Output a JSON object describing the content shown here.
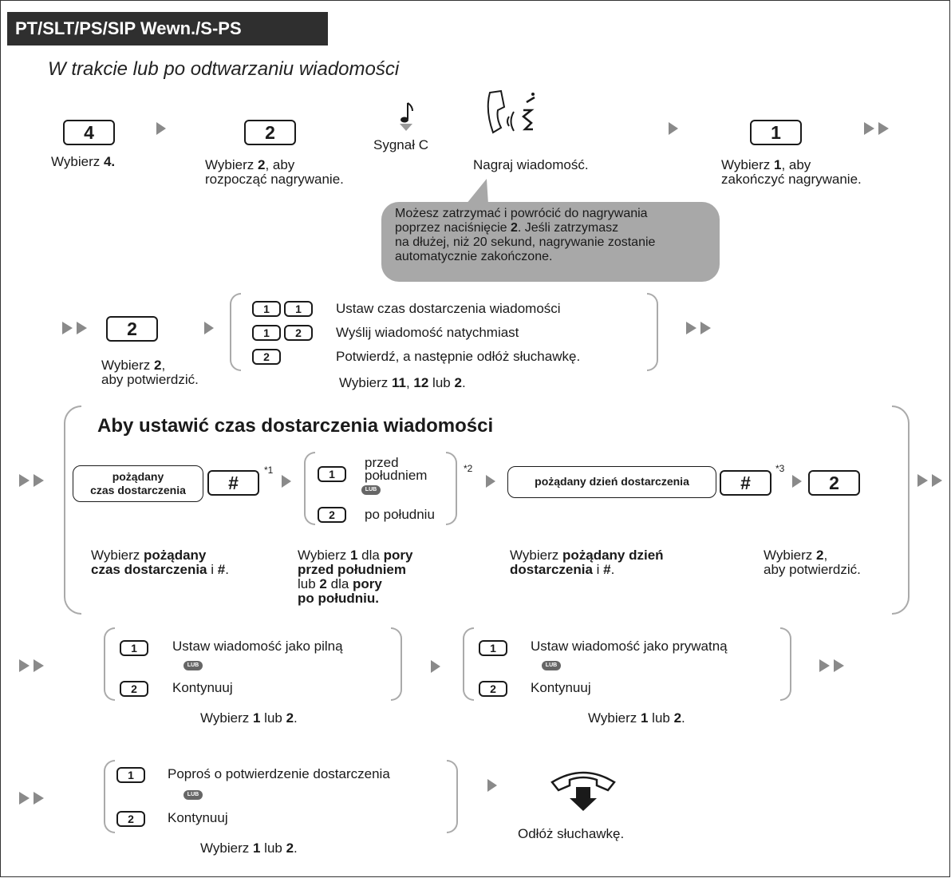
{
  "header": "PT/SLT/PS/SIP Wewn./S-PS",
  "subtitle": "W trakcie lub po odtwarzaniu wiadomości",
  "row1": {
    "key1": "4",
    "cap1": "Wybierz ",
    "cap1b": "4.",
    "key2": "2",
    "cap2a": "Wybierz ",
    "cap2b": "2",
    "cap2c": ", aby",
    "cap2d": "rozpocząć nagrywanie.",
    "tone": "Sygnał C",
    "record": "Nagraj wiadomość.",
    "key3": "1",
    "cap3a": "Wybierz ",
    "cap3b": "1",
    "cap3c": ", aby",
    "cap3d": "zakończyć nagrywanie."
  },
  "bubble": {
    "l1": "Możesz zatrzymać i powrócić do nagrywania",
    "l2a": "poprzez naciśnięcie ",
    "l2b": "2",
    "l2c": ". Jeśli zatrzymasz",
    "l3": "na dłużej, niż 20 sekund, nagrywanie zostanie",
    "l4": "automatycznie zakończone."
  },
  "row2": {
    "key": "2",
    "capA": "Wybierz ",
    "capB": "2",
    "capC": ",",
    "capD": "aby potwierdzić.",
    "opt1k1": "1",
    "opt1k2": "1",
    "opt1": "Ustaw czas dostarczenia wiadomości",
    "opt2k1": "1",
    "opt2k2": "2",
    "opt2": "Wyślij wiadomość natychmiast",
    "opt3k": "2",
    "opt3": "Potwierdź, a następnie odłóż słuchawkę.",
    "selA": "Wybierz ",
    "selB": "11",
    "selC": ", ",
    "selD": "12",
    "selE": " lub ",
    "selF": "2",
    "selG": "."
  },
  "section": {
    "title": "Aby ustawić czas dostarczenia wiadomości",
    "box1a": "pożądany",
    "box1b": "czas dostarczenia",
    "hash": "#",
    "n1": "*1",
    "n2": "*2",
    "n3": "*3",
    "am_key": "1",
    "am1": "przed",
    "am2": "południem",
    "lub": "LUB",
    "pm_key": "2",
    "pm": "po południu",
    "box2": "pożądany dzień dostarczenia",
    "key_end": "2",
    "c1a": "Wybierz ",
    "c1b": "pożądany",
    "c1c": "czas dostarczenia",
    "c1d": " i ",
    "c1e": "#",
    "c1f": ".",
    "c2a": "Wybierz ",
    "c2b": "1",
    "c2c": " dla ",
    "c2d": "pory",
    "c2e": "przed południem",
    "c2f": "lub ",
    "c2g": "2",
    "c2h": " dla ",
    "c2i": "pory",
    "c2j": "po południu.",
    "c3a": "Wybierz ",
    "c3b": "pożądany dzień",
    "c3c": "dostarczenia",
    "c3d": " i ",
    "c3e": "#",
    "c3f": ".",
    "c4a": "Wybierz ",
    "c4b": "2",
    "c4c": ",",
    "c4d": "aby potwierdzić."
  },
  "row4": {
    "a_k1": "1",
    "a_o1": "Ustaw wiadomość jako pilną",
    "a_k2": "2",
    "a_o2": "Kontynuuj",
    "b_k1": "1",
    "b_o1": "Ustaw wiadomość jako prywatną",
    "b_k2": "2",
    "b_o2": "Kontynuuj",
    "selA": "Wybierz ",
    "selB": "1",
    "selC": " lub ",
    "selD": "2",
    "selE": "."
  },
  "row5": {
    "k1": "1",
    "o1": "Poproś o potwierdzenie dostarczenia",
    "k2": "2",
    "o2": "Kontynuuj",
    "selA": "Wybierz ",
    "selB": "1",
    "selC": " lub ",
    "selD": "2",
    "selE": ".",
    "hangup": "Odłóż słuchawkę."
  }
}
